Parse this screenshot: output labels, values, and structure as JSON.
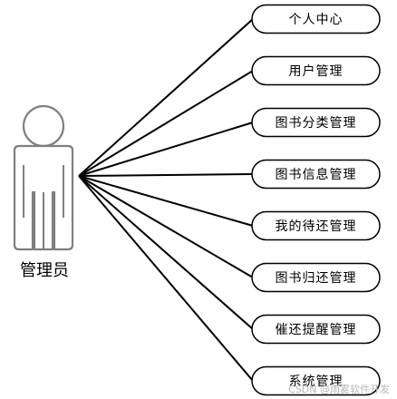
{
  "actor": {
    "label": "管理员"
  },
  "use_cases": [
    {
      "label": "个人中心"
    },
    {
      "label": "用户管理"
    },
    {
      "label": "图书分类管理"
    },
    {
      "label": "图书信息管理"
    },
    {
      "label": "我的待还管理"
    },
    {
      "label": "图书归还管理"
    },
    {
      "label": "催还提醒管理"
    },
    {
      "label": "系统管理"
    }
  ],
  "watermark": {
    "text": "CSDN @雨雾软件开发"
  },
  "colors": {
    "line": "#000000",
    "actor_stroke": "#7f7f7f",
    "usecase_stroke": "#000000",
    "usecase_fill": "#ffffff"
  }
}
